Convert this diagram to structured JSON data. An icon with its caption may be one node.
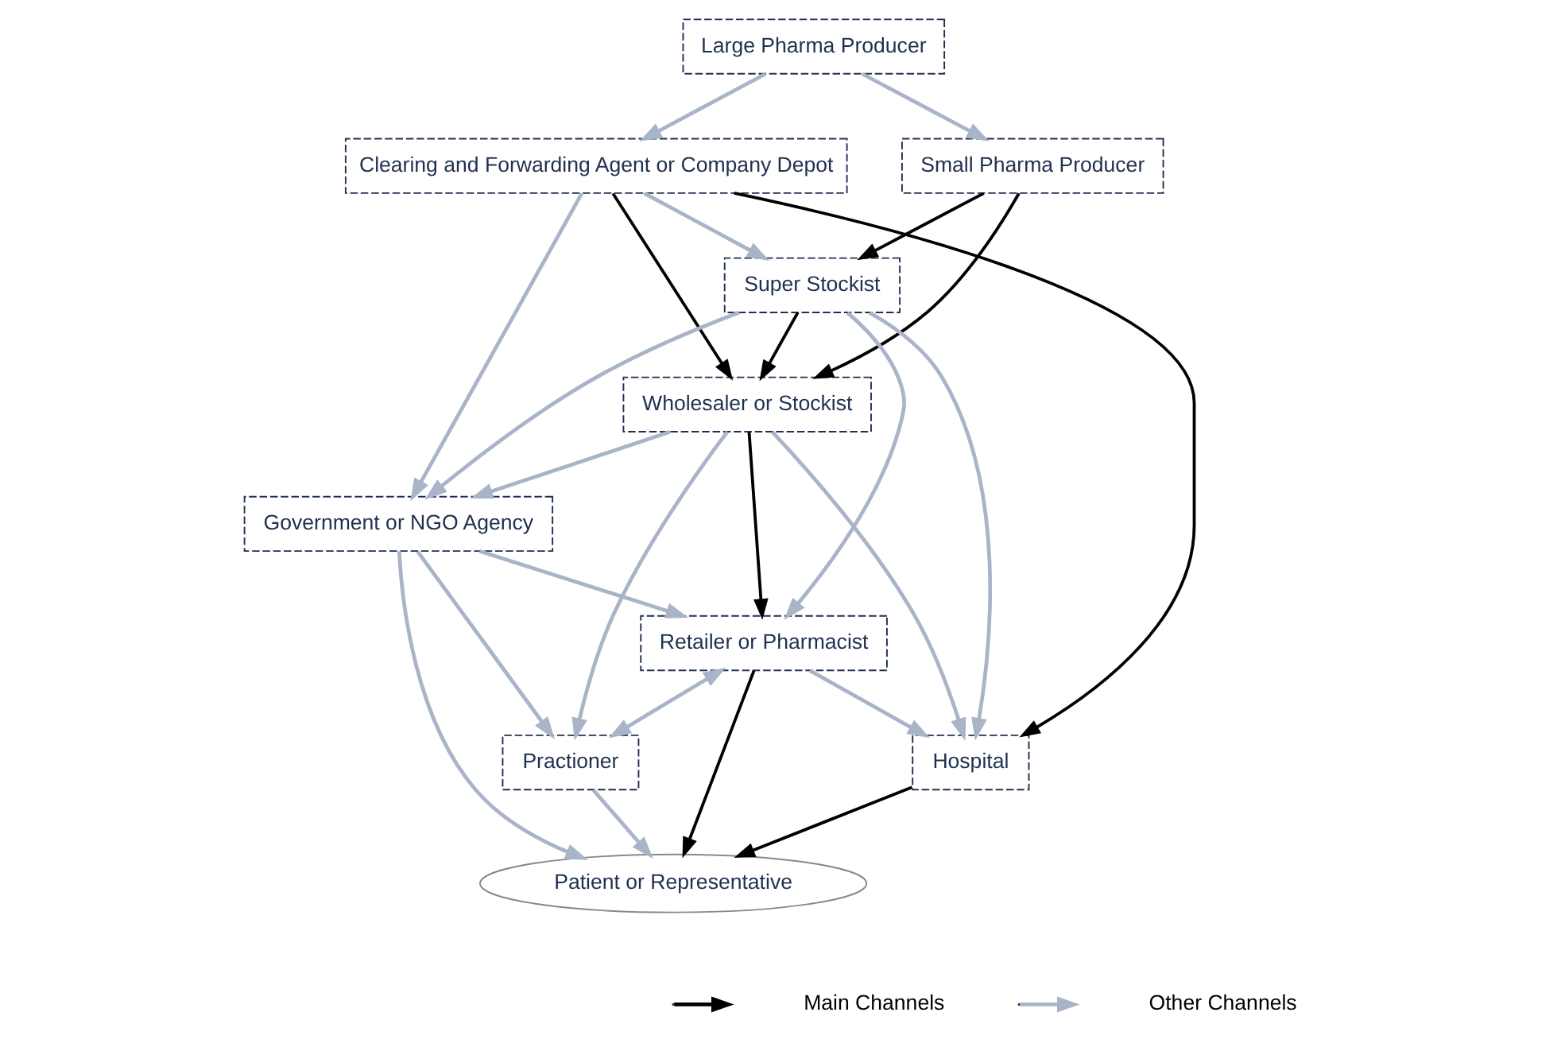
{
  "diagram": {
    "nodes": [
      {
        "text": [
          "Large Pharma Producer"
        ]
      },
      {
        "text": [
          "Small Pharma Producer"
        ]
      },
      {
        "text": [
          "Clearing and Forwarding Agent or Company Depot"
        ]
      },
      {
        "text": [
          "Super Stockist"
        ]
      },
      {
        "text": [
          "Wholesaler or Stockist"
        ]
      },
      {
        "text": [
          "Hospital"
        ]
      },
      {
        "text": [
          "Government or NGO Agency"
        ]
      },
      {
        "text": [
          "Retailer or Pharmacist"
        ]
      },
      {
        "text": [
          "Practioner"
        ]
      },
      {
        "text": [
          "Patient or Representative"
        ]
      }
    ],
    "edges": [
      {
        "from": 0,
        "to": 1,
        "arrow": "to"
      },
      {
        "from": 0,
        "to": 2,
        "arrow": "to"
      },
      {
        "from": 1,
        "to": 4,
        "arrow": "to",
        "color": "#000000"
      },
      {
        "from": 1,
        "to": 3,
        "arrow": "to",
        "color": "#000000"
      },
      {
        "from": 2,
        "to": 3,
        "arrow": "to"
      },
      {
        "from": 2,
        "to": 6,
        "arrow": "to"
      },
      {
        "from": 2,
        "to": 5,
        "arrow": "to",
        "color": "#000000"
      },
      {
        "from": 2,
        "to": 4,
        "arrow": "to",
        "color": "#000000"
      },
      {
        "from": 3,
        "to": 6,
        "arrow": "to"
      },
      {
        "from": 3,
        "to": 4,
        "arrow": "to",
        "color": "#000000"
      },
      {
        "from": 3,
        "to": 5,
        "arrow": "to"
      },
      {
        "from": 3,
        "to": 7,
        "arrow": "to"
      },
      {
        "from": 4,
        "to": 5,
        "arrow": "to"
      },
      {
        "from": 4,
        "to": 6,
        "arrow": "to"
      },
      {
        "from": 4,
        "to": 8,
        "arrow": "to"
      },
      {
        "from": 4,
        "to": 7,
        "arrow": "to",
        "color": "#000000"
      },
      {
        "from": 6,
        "to": 7,
        "arrow": "to"
      },
      {
        "from": 6,
        "to": 8,
        "arrow": "to"
      },
      {
        "from": 6,
        "to": 9,
        "arrow": "to"
      },
      {
        "from": 7,
        "to": 8,
        "arrow": "both"
      },
      {
        "from": 7,
        "to": 5,
        "arrow": "to"
      },
      {
        "from": 5,
        "to": 9,
        "arrow": "to",
        "color": "#000000"
      },
      {
        "from": 7,
        "to": 9,
        "arrow": "to",
        "color": "#000000"
      },
      {
        "from": 8,
        "to": 9,
        "arrow": "to"
      }
    ],
    "legend": [
      {
        "text": "Main Channels"
      },
      {
        "text": "Other Channels"
      }
    ]
  }
}
